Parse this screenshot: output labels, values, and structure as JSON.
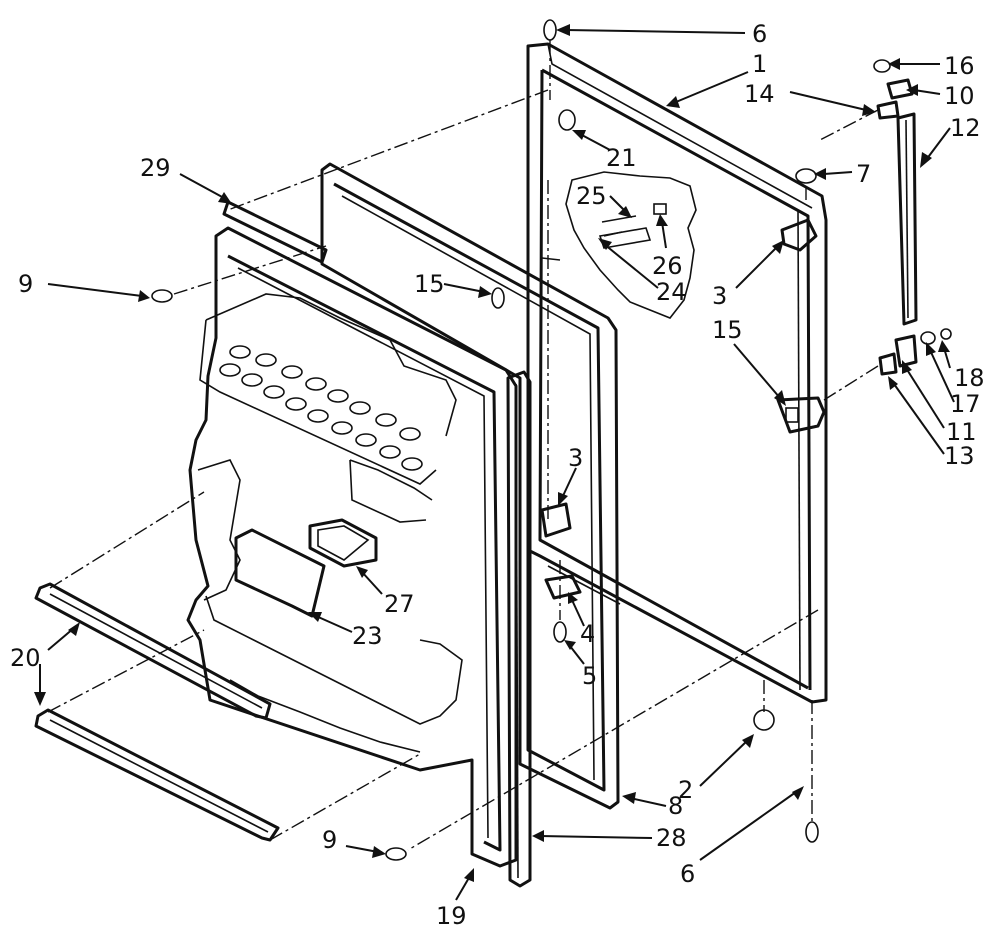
{
  "diagram": {
    "callouts": [
      {
        "id": "c6-top",
        "text": "6"
      },
      {
        "id": "c1",
        "text": "1"
      },
      {
        "id": "c16",
        "text": "16"
      },
      {
        "id": "c14",
        "text": "14"
      },
      {
        "id": "c10",
        "text": "10"
      },
      {
        "id": "c12",
        "text": "12"
      },
      {
        "id": "c21",
        "text": "21"
      },
      {
        "id": "c7",
        "text": "7"
      },
      {
        "id": "c29",
        "text": "29"
      },
      {
        "id": "c25",
        "text": "25"
      },
      {
        "id": "c26",
        "text": "26"
      },
      {
        "id": "c24",
        "text": "24"
      },
      {
        "id": "c9-top",
        "text": "9"
      },
      {
        "id": "c15-left",
        "text": "15"
      },
      {
        "id": "c3-right",
        "text": "3"
      },
      {
        "id": "c15-right",
        "text": "15"
      },
      {
        "id": "c18",
        "text": "18"
      },
      {
        "id": "c17",
        "text": "17"
      },
      {
        "id": "c11",
        "text": "11"
      },
      {
        "id": "c13",
        "text": "13"
      },
      {
        "id": "c3-mid",
        "text": "3"
      },
      {
        "id": "c27",
        "text": "27"
      },
      {
        "id": "c4",
        "text": "4"
      },
      {
        "id": "c23",
        "text": "23"
      },
      {
        "id": "c20",
        "text": "20"
      },
      {
        "id": "c5",
        "text": "5"
      },
      {
        "id": "c2",
        "text": "2"
      },
      {
        "id": "c8",
        "text": "8"
      },
      {
        "id": "c9-bottom",
        "text": "9"
      },
      {
        "id": "c28",
        "text": "28"
      },
      {
        "id": "c6-bottom",
        "text": "6"
      },
      {
        "id": "c19",
        "text": "19"
      }
    ]
  }
}
